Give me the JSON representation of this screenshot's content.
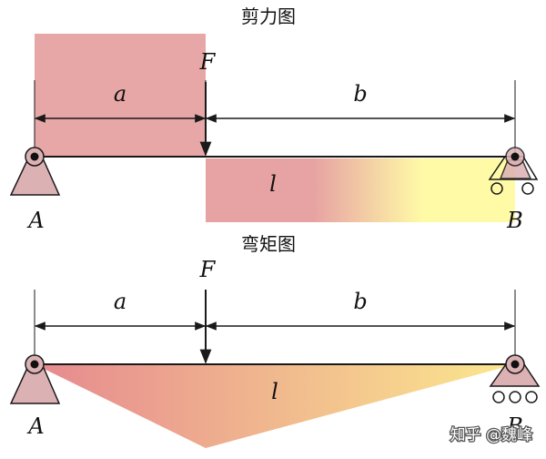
{
  "shear_title": "剪力图",
  "moment_title": "弯矩图",
  "labels": {
    "force": "F",
    "segment_a": "a",
    "segment_b": "b",
    "length": "l",
    "support_a": "A",
    "support_b": "B"
  },
  "watermark": "知乎 @魏峰",
  "colors": {
    "shear_positive": "#e8a7a7",
    "shear_negative_start": "#e7a3a3",
    "shear_negative_end": "#fffaa6",
    "moment_start": "#e6898f",
    "moment_end": "#fbe88e",
    "support_fill": "#dcb1b4",
    "line": "#1a1a1a"
  }
}
